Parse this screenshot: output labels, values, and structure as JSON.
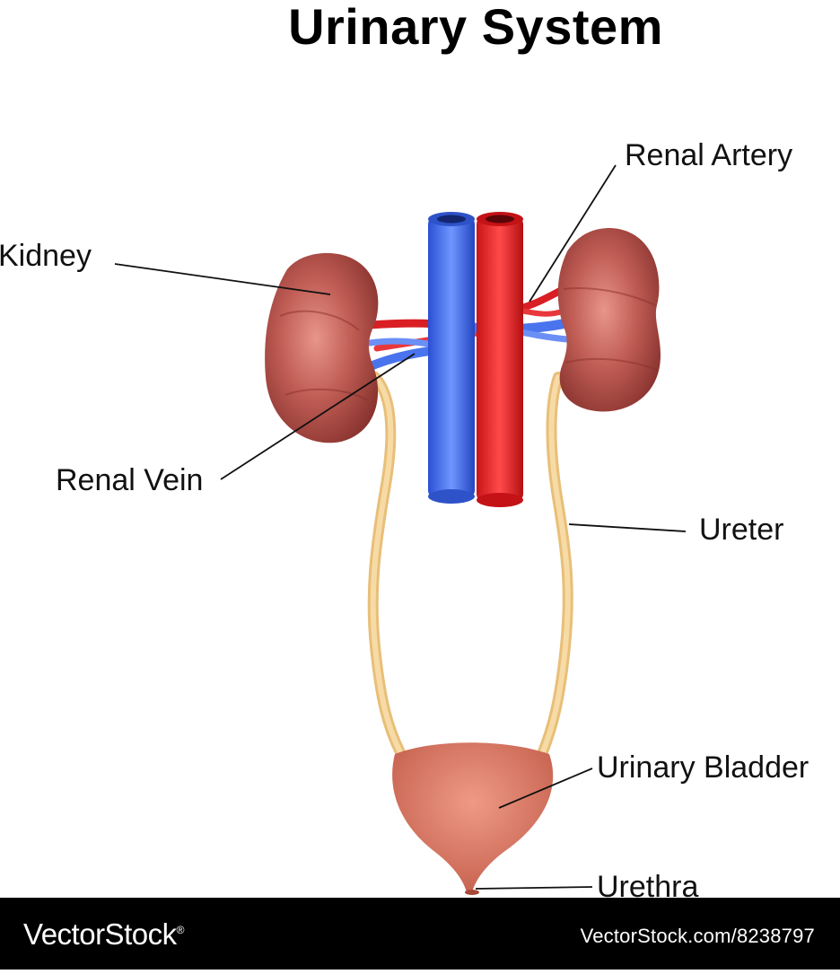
{
  "title": "Urinary System",
  "labels": {
    "kidney": "Kidney",
    "renal_artery": "Renal Artery",
    "renal_vein": "Renal Vein",
    "ureter": "Ureter",
    "urinary_bladder": "Urinary Bladder",
    "urethra": "Urethra"
  },
  "footer": {
    "brand": "VectorStock",
    "brand_mark": "®",
    "url": "VectorStock.com/8238797"
  },
  "colors": {
    "kidney": "#b14c45",
    "artery": "#e0282c",
    "vein": "#3a64e6",
    "ureter": "#f2cf8c",
    "bladder": "#d9735f"
  }
}
